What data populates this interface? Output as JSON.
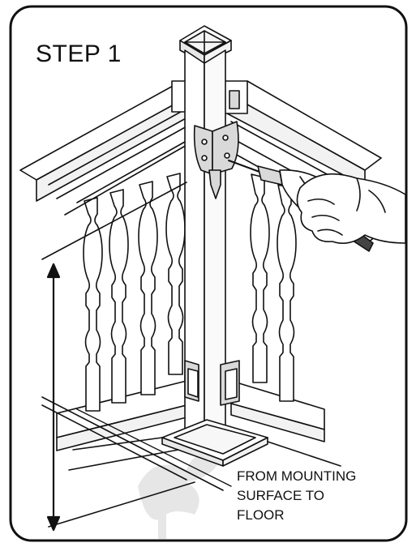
{
  "step_title": "STEP 1",
  "caption": {
    "line1": "FROM MOUNTING",
    "line2": "SURFACE TO",
    "line3": "FLOOR"
  },
  "colors": {
    "stroke": "#111111",
    "fill": "#ffffff",
    "bracket": "#d9d9d9",
    "watermark": "#e6e6e6"
  },
  "icons": {
    "tool": "drill-icon",
    "hand": "hand-icon",
    "dimension": "double-arrow-icon"
  }
}
